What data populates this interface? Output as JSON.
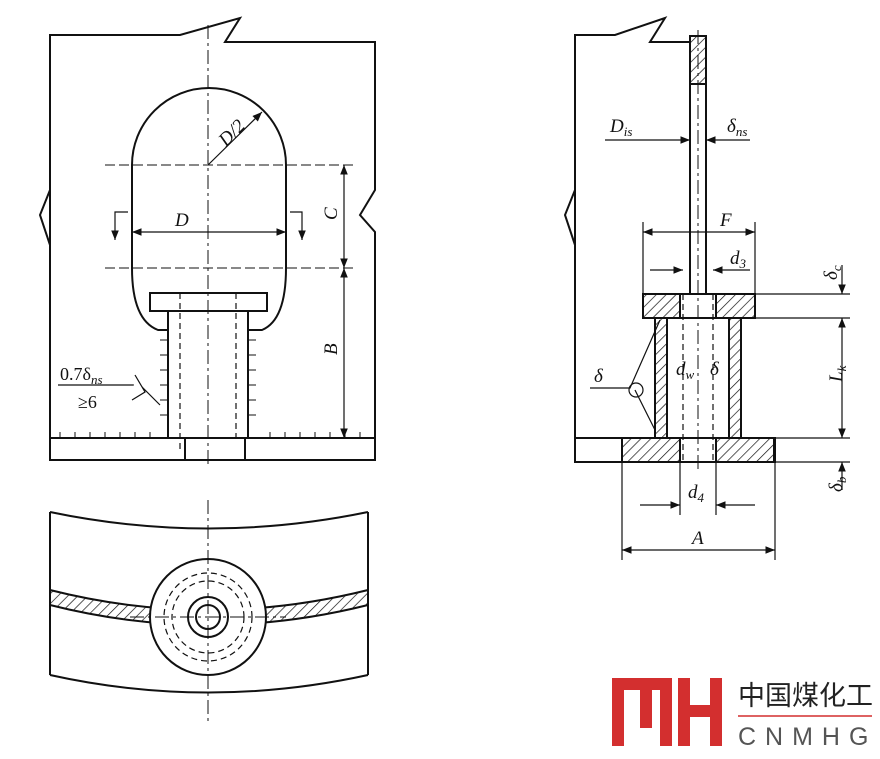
{
  "left_view": {
    "label_D_half": "D/2",
    "label_D": "D",
    "label_C": "C",
    "label_B": "B",
    "weld_label_base": "0.7δ",
    "weld_label_sub": "ns",
    "weld_min": "≥6"
  },
  "right_view": {
    "label_D": "D",
    "label_D_sub": "is",
    "label_delta": "δ",
    "label_delta_ns_sub": "ns",
    "label_F": "F",
    "label_d": "d",
    "label_d3_sub": "3",
    "label_dc_sub": "c",
    "label_L": "L",
    "label_Lk_sub": "k",
    "label_dw_sub": "w",
    "label_d4_sub": "4",
    "label_db_sub": "b",
    "label_A": "A",
    "label_weld_delta": "δ",
    "label_inner_delta": "δ"
  },
  "logo": {
    "mark": "MH",
    "chinese": "中国煤化工",
    "english": "CNMHG",
    "color": "#d32f2f"
  }
}
